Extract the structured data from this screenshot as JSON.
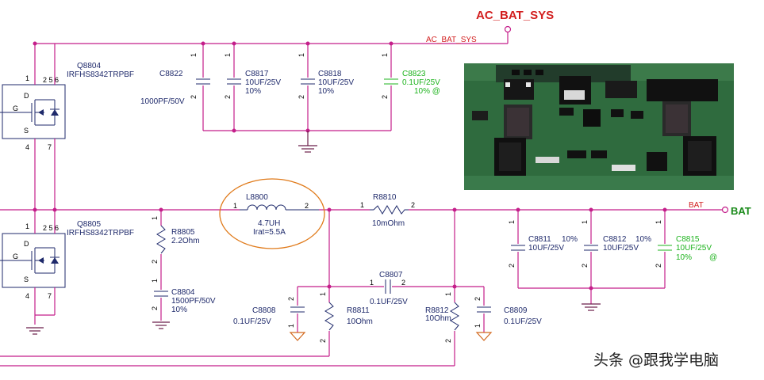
{
  "nets": {
    "ac_bat_sys_title": "AC_BAT_SYS",
    "ac_bat_sys_wire": "AC_BAT_SYS",
    "bat_wire": "BAT",
    "bat_title": "BAT"
  },
  "q8804": {
    "ref": "Q8804",
    "part": "IRFHS8342TRPBF",
    "pins_top": "2 5 6",
    "pin1": "1",
    "pin4": "4",
    "pin7": "7",
    "d": "D",
    "g": "G",
    "s": "S"
  },
  "q8805": {
    "ref": "Q8805",
    "part": "IRFHS8342TRPBF",
    "pins_top": "2 5 6",
    "pin1": "1",
    "pin4": "4",
    "pin7": "7",
    "d": "D",
    "g": "G",
    "s": "S"
  },
  "caps": {
    "c8822": {
      "ref": "C8822",
      "value": "1000PF/50V"
    },
    "c8817": {
      "ref": "C8817",
      "value": "10UF/25V",
      "tol": "10%"
    },
    "c8818": {
      "ref": "C8818",
      "value": "10UF/25V",
      "tol": "10%"
    },
    "c8823": {
      "ref": "C8823",
      "value": "0.1UF/25V",
      "tol": "10% @"
    },
    "c8804": {
      "ref": "C8804",
      "value": "1500PF/50V",
      "tol": "10%"
    },
    "c8808": {
      "ref": "C8808",
      "value": "0.1UF/25V"
    },
    "c8807": {
      "ref": "C8807",
      "value": "0.1UF/25V"
    },
    "c8809": {
      "ref": "C8809",
      "value": "0.1UF/25V"
    },
    "c8811": {
      "ref": "C8811",
      "tol": "10%",
      "value": "10UF/25V"
    },
    "c8812": {
      "ref": "C8812",
      "tol": "10%",
      "value": "10UF/25V"
    },
    "c8815": {
      "ref": "C8815",
      "value": "10UF/25V",
      "tol": "10%",
      "at": "@"
    }
  },
  "resistors": {
    "r8805": {
      "ref": "R8805",
      "value": "2.2Ohm"
    },
    "r8810": {
      "ref": "R8810",
      "value": "10mOhm"
    },
    "r8811": {
      "ref": "R8811",
      "value": "10Ohm"
    },
    "r8812": {
      "ref": "R8812",
      "value": "10Ohm"
    }
  },
  "inductor": {
    "ref": "L8800",
    "value": "4.7UH",
    "irat": "Irat=5.5A"
  },
  "pin_labels": {
    "one": "1",
    "two": "2"
  },
  "watermark": "头条 @跟我学电脑"
}
